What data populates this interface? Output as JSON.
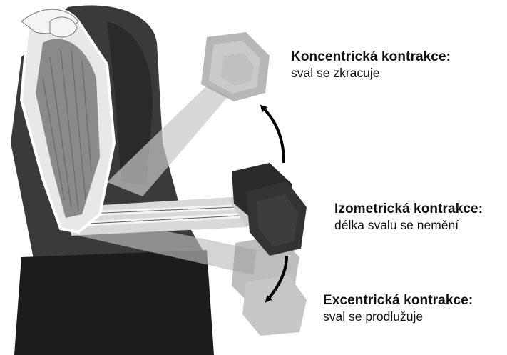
{
  "labels": {
    "concentric": {
      "title": "Koncentrická kontrakce:",
      "desc": "sval se zkracuje"
    },
    "isometric": {
      "title": "Izometrická kontrakce:",
      "desc": "délka svalu se nemění"
    },
    "eccentric": {
      "title": "Excentrická kontrakce:",
      "desc": "sval se prodlužuje"
    }
  },
  "colors": {
    "text": "#111111",
    "shirt": "#3a3a3a",
    "shorts": "#1c1c1c",
    "bone": "#f4f4f4",
    "muscle": "#8a8a8a",
    "dumbbell": "#2b2b2b",
    "ghost": "#9a9a9a",
    "arrow": "#000000"
  }
}
